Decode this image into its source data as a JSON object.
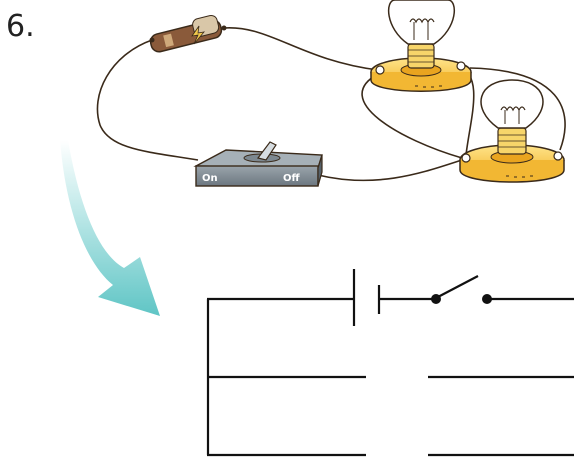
{
  "question": {
    "number": "6."
  },
  "illustration": {
    "switch_on_label": "On",
    "switch_off_label": "Off",
    "icons": {
      "battery": "battery-icon",
      "switch": "toggle-switch-icon",
      "bulb": "light-bulb-icon",
      "arrow": "curved-arrow-icon"
    }
  },
  "colors": {
    "wire": "#3a2a1a",
    "battery_body": "#8a5a3a",
    "bulb_base": "#f6c64a",
    "switch_body": "#5e6b75",
    "arrow": "#5fc5c5",
    "circuit_line": "#111111"
  }
}
